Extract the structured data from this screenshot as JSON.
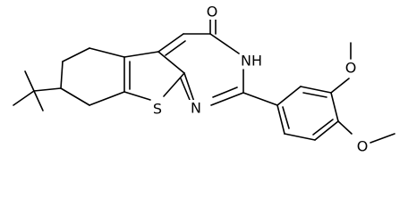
{
  "molecule": {
    "atoms": {
      "carbonyl_o": "O",
      "ring_nh": "NH",
      "ring_n": "N",
      "thiophene_s": "S",
      "methoxy_o_upper": "O",
      "methoxy_o_lower": "O"
    },
    "colors": {
      "bond": "#000000",
      "label": "#000000",
      "background": "#ffffff"
    }
  }
}
